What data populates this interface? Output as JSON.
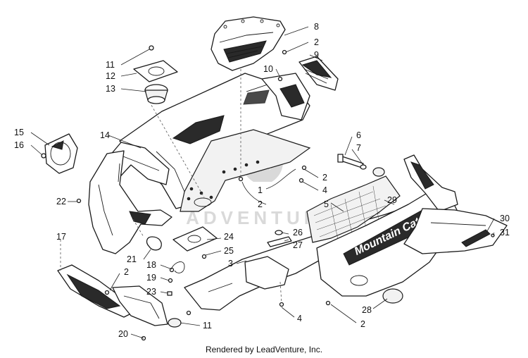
{
  "callouts": [
    {
      "id": "c8",
      "text": "8"
    },
    {
      "id": "c2a",
      "text": "2"
    },
    {
      "id": "c9",
      "text": "9"
    },
    {
      "id": "c11a",
      "text": "11"
    },
    {
      "id": "c12",
      "text": "12"
    },
    {
      "id": "c13",
      "text": "13"
    },
    {
      "id": "c10",
      "text": "10"
    },
    {
      "id": "c15",
      "text": "15"
    },
    {
      "id": "c16",
      "text": "16"
    },
    {
      "id": "c14",
      "text": "14"
    },
    {
      "id": "c6",
      "text": "6"
    },
    {
      "id": "c7",
      "text": "7"
    },
    {
      "id": "c2b",
      "text": "2"
    },
    {
      "id": "c1",
      "text": "1"
    },
    {
      "id": "c4a",
      "text": "4"
    },
    {
      "id": "c2c",
      "text": "2"
    },
    {
      "id": "c5",
      "text": "5"
    },
    {
      "id": "c29",
      "text": "29"
    },
    {
      "id": "c22",
      "text": "22"
    },
    {
      "id": "c17",
      "text": "17"
    },
    {
      "id": "c30",
      "text": "30"
    },
    {
      "id": "c31",
      "text": "31"
    },
    {
      "id": "c26",
      "text": "26"
    },
    {
      "id": "c27",
      "text": "27"
    },
    {
      "id": "c24",
      "text": "24"
    },
    {
      "id": "c25",
      "text": "25"
    },
    {
      "id": "c21",
      "text": "21"
    },
    {
      "id": "c18",
      "text": "18"
    },
    {
      "id": "c3",
      "text": "3"
    },
    {
      "id": "c19",
      "text": "19"
    },
    {
      "id": "c2d",
      "text": "2"
    },
    {
      "id": "c23",
      "text": "23"
    },
    {
      "id": "c28",
      "text": "28"
    },
    {
      "id": "c4b",
      "text": "4"
    },
    {
      "id": "c2e",
      "text": "2"
    },
    {
      "id": "c20",
      "text": "20"
    },
    {
      "id": "c11b",
      "text": "11"
    }
  ],
  "watermark": "ADVENTURE",
  "credit": "Rendered by LeadVenture, Inc.",
  "hood_decal": "Mountain Cat"
}
